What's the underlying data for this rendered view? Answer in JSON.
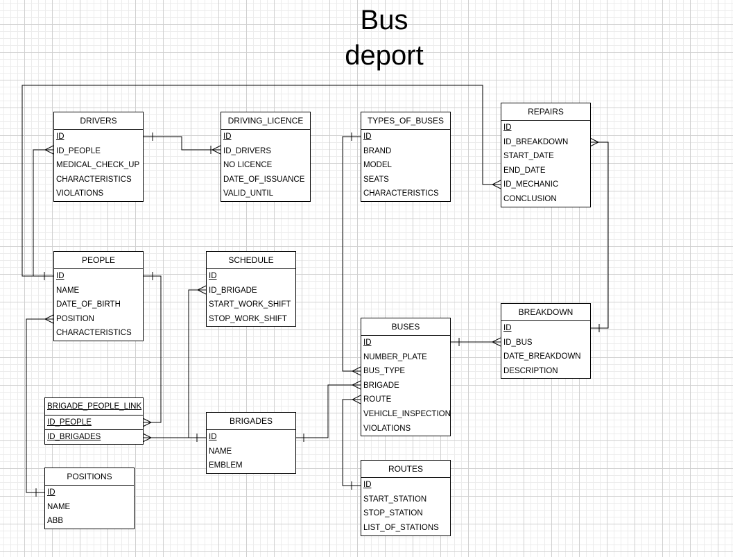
{
  "title": [
    "Bus",
    "deport"
  ],
  "entities": {
    "drivers": {
      "name": "DRIVERS",
      "fields": [
        "ID",
        "ID_PEOPLE",
        "MEDICAL_CHECK_UP",
        "CHARACTERISTICS",
        "VIOLATIONS"
      ]
    },
    "driving_licence": {
      "name": "DRIVING_LICENCE",
      "fields": [
        "ID",
        "ID_DRIVERS",
        "NO LICENCE",
        "DATE_OF_ISSUANCE",
        "VALID_UNTIL"
      ]
    },
    "types_of_buses": {
      "name": "TYPES_OF_BUSES",
      "fields": [
        "ID",
        "BRAND",
        "MODEL",
        "SEATS",
        "CHARACTERISTICS"
      ]
    },
    "repairs": {
      "name": "REPAIRS",
      "fields": [
        "ID",
        "ID_BREAKDOWN",
        "START_DATE",
        "END_DATE",
        "ID_MECHANIC",
        "CONCLUSION"
      ]
    },
    "people": {
      "name": "PEOPLE",
      "fields": [
        "ID",
        "NAME",
        "DATE_OF_BIRTH",
        "POSITION",
        "CHARACTERISTICS"
      ]
    },
    "schedule": {
      "name": "SCHEDULE",
      "fields": [
        "ID",
        "ID_BRIGADE",
        "START_WORK_SHIFT",
        "STOP_WORK_SHIFT"
      ]
    },
    "breakdown": {
      "name": "BREAKDOWN",
      "fields": [
        "ID",
        "ID_BUS",
        "DATE_BREAKDOWN",
        "DESCRIPTION"
      ]
    },
    "buses": {
      "name": "BUSES",
      "fields": [
        "ID",
        "NUMBER_PLATE",
        "BUS_TYPE",
        "BRIGADE",
        "ROUTE",
        "VEHICLE_INSPECTION",
        "VIOLATIONS"
      ]
    },
    "brigade_people_link": {
      "name": "BRIGADE_PEOPLE_LINK",
      "fields": [
        "ID_PEOPLE",
        "ID_BRIGADES"
      ]
    },
    "brigades": {
      "name": "BRIGADES",
      "fields": [
        "ID",
        "NAME",
        "EMBLEM"
      ]
    },
    "positions": {
      "name": "POSITIONS",
      "fields": [
        "ID",
        "NAME",
        "ABB"
      ]
    },
    "routes": {
      "name": "ROUTES",
      "fields": [
        "ID",
        "START_STATION",
        "STOP_STATION",
        "LIST_OF_STATIONS"
      ]
    }
  },
  "relationships": [
    {
      "from": "DRIVERS.ID",
      "to": "DRIVING_LICENCE.ID_DRIVERS"
    },
    {
      "from": "PEOPLE.ID",
      "to": "DRIVERS.ID_PEOPLE"
    },
    {
      "from": "PEOPLE.ID",
      "to": "REPAIRS.ID_MECHANIC"
    },
    {
      "from": "PEOPLE.ID",
      "to": "BRIGADE_PEOPLE_LINK.ID_PEOPLE"
    },
    {
      "from": "POSITIONS.ID",
      "to": "PEOPLE.POSITION"
    },
    {
      "from": "BRIGADES.ID",
      "to": "BRIGADE_PEOPLE_LINK.ID_BRIGADES"
    },
    {
      "from": "BRIGADES.ID",
      "to": "SCHEDULE.ID_BRIGADE"
    },
    {
      "from": "BRIGADES.ID",
      "to": "BUSES.BRIGADE"
    },
    {
      "from": "TYPES_OF_BUSES.ID",
      "to": "BUSES.BUS_TYPE"
    },
    {
      "from": "ROUTES.ID",
      "to": "BUSES.ROUTE"
    },
    {
      "from": "BUSES.ID",
      "to": "BREAKDOWN.ID_BUS"
    },
    {
      "from": "BREAKDOWN.ID",
      "to": "REPAIRS.ID_BREAKDOWN"
    }
  ]
}
